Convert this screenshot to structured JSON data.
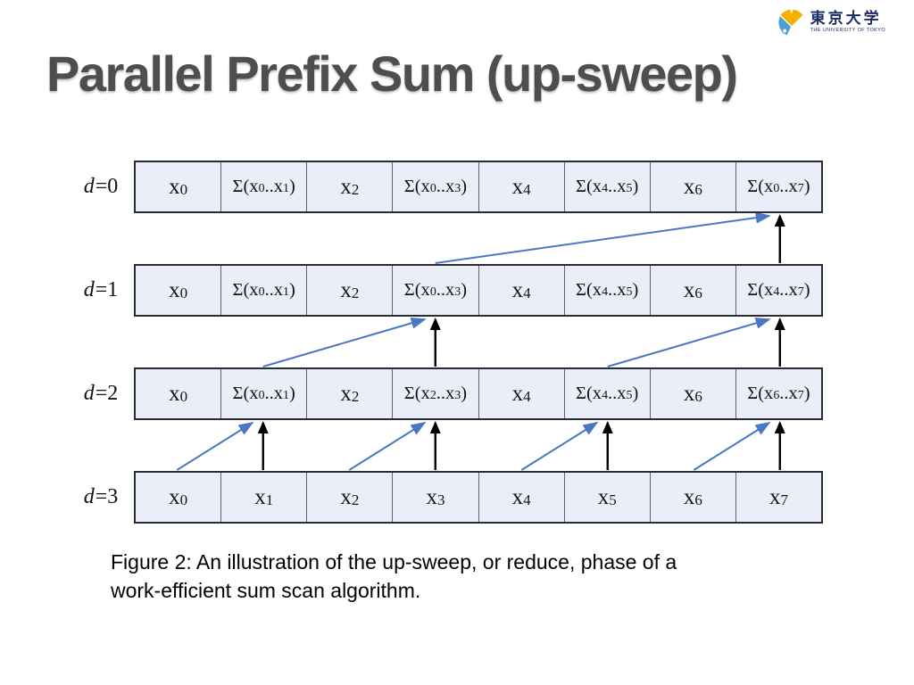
{
  "slide_title": "Parallel Prefix Sum (up-sweep)",
  "logo": {
    "jp_text": "東京大学",
    "en_text": "THE UNIVERSITY OF TOKYO",
    "leaf_yellow": "#f3b200",
    "leaf_blue": "#4aa0d5",
    "text_color": "#1c2d63"
  },
  "diagram": {
    "rows": [
      {
        "label_var": "d",
        "label_eq": "=0",
        "cells": [
          "x_0",
          "Σ(x_0..x_1)",
          "x_2",
          "Σ(x_0..x_3)",
          "x_4",
          "Σ(x_4..x_5)",
          "x_6",
          "Σ(x_0..x_7)"
        ]
      },
      {
        "label_var": "d",
        "label_eq": "=1",
        "cells": [
          "x_0",
          "Σ(x_0..x_1)",
          "x_2",
          "Σ(x_0..x_3)",
          "x_4",
          "Σ(x_4..x_5)",
          "x_6",
          "Σ(x_4..x_7)"
        ]
      },
      {
        "label_var": "d",
        "label_eq": "=2",
        "cells": [
          "x_0",
          "Σ(x_0..x_1)",
          "x_2",
          "Σ(x_2..x_3)",
          "x_4",
          "Σ(x_4..x_5)",
          "x_6",
          "Σ(x_6..x_7)"
        ]
      },
      {
        "label_var": "d",
        "label_eq": "=3",
        "cells": [
          "x_0",
          "x_1",
          "x_2",
          "x_3",
          "x_4",
          "x_5",
          "x_6",
          "x_7"
        ]
      }
    ],
    "arrows": [
      {
        "type": "add",
        "from": [
          3,
          0
        ],
        "to": [
          2,
          1
        ]
      },
      {
        "type": "copy",
        "from": [
          3,
          1
        ],
        "to": [
          2,
          1
        ]
      },
      {
        "type": "add",
        "from": [
          3,
          2
        ],
        "to": [
          2,
          3
        ]
      },
      {
        "type": "copy",
        "from": [
          3,
          3
        ],
        "to": [
          2,
          3
        ]
      },
      {
        "type": "add",
        "from": [
          3,
          4
        ],
        "to": [
          2,
          5
        ]
      },
      {
        "type": "copy",
        "from": [
          3,
          5
        ],
        "to": [
          2,
          5
        ]
      },
      {
        "type": "add",
        "from": [
          3,
          6
        ],
        "to": [
          2,
          7
        ]
      },
      {
        "type": "copy",
        "from": [
          3,
          7
        ],
        "to": [
          2,
          7
        ]
      },
      {
        "type": "add",
        "from": [
          2,
          1
        ],
        "to": [
          1,
          3
        ]
      },
      {
        "type": "copy",
        "from": [
          2,
          3
        ],
        "to": [
          1,
          3
        ]
      },
      {
        "type": "add",
        "from": [
          2,
          5
        ],
        "to": [
          1,
          7
        ]
      },
      {
        "type": "copy",
        "from": [
          2,
          7
        ],
        "to": [
          1,
          7
        ]
      },
      {
        "type": "add",
        "from": [
          1,
          3
        ],
        "to": [
          0,
          7
        ]
      },
      {
        "type": "copy",
        "from": [
          1,
          7
        ],
        "to": [
          0,
          7
        ]
      }
    ],
    "colors": {
      "cell_fill": "#e9eef8",
      "cell_border": "#2a2a35",
      "cell_divider": "#62626e",
      "arrow_add": "#4a77c4",
      "arrow_copy": "#000000"
    }
  },
  "caption": {
    "lines": [
      "Figure 2: An illustration of the up-sweep, or reduce, phase of a",
      "work-efficient sum scan algorithm."
    ]
  }
}
